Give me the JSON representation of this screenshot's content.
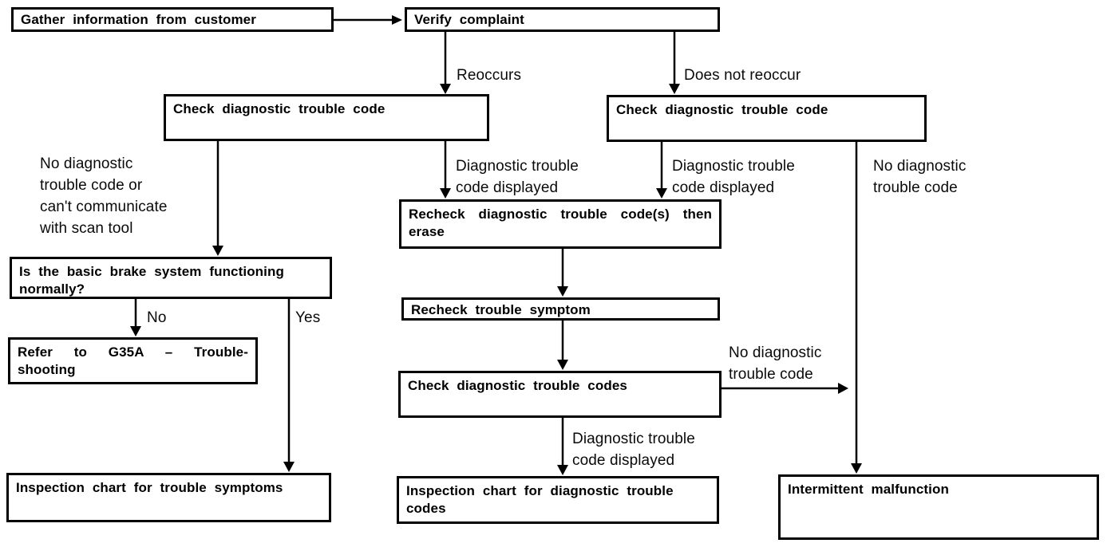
{
  "diagram": {
    "nodes": {
      "gather": {
        "label": "Gather information from customer"
      },
      "verify": {
        "label": "Verify complaint"
      },
      "check_dtc_left": {
        "label": "Check diagnostic trouble code"
      },
      "check_dtc_right": {
        "label": "Check diagnostic trouble code"
      },
      "basic_brake": {
        "label": "Is the basic brake system functioning normally?"
      },
      "refer_g35a": {
        "label": "Refer to G35A – Trouble-shooting"
      },
      "inspection_symptomsви": {
        "label": ""
      },
      "inspection_symptoms": {
        "label": "Inspection chart for trouble symptoms"
      },
      "recheck_erase": {
        "label": "Recheck diagnostic trouble code(s) then erase"
      },
      "recheck_symptom": {
        "label": "Recheck trouble symptom"
      },
      "check_dtc_codes": {
        "label": "Check diagnostic trouble codes"
      },
      "inspection_codes": {
        "label": "Inspection chart for diagnostic trouble codes"
      },
      "intermittent": {
        "label": "Intermittent malfunction"
      }
    },
    "edge_labels": {
      "reoccurs": "Reoccurs",
      "does_not_reoccur": "Does not reoccur",
      "no_dtc_or_no_comm": "No diagnostic\ntrouble code or\ncan't communicate\nwith scan tool",
      "dtc_displayed_left": "Diagnostic trouble\ncode displayed",
      "dtc_displayed_right": "Diagnostic trouble\ncode displayed",
      "dtc_displayed_bottom": "Diagnostic trouble\ncode displayed",
      "no_dtc_branch_right": "No diagnostic\ntrouble code",
      "no_dtc_after_check": "No diagnostic\ntrouble code",
      "no": "No",
      "yes": "Yes"
    },
    "colors": {
      "line": "#000000",
      "background": "#ffffff",
      "text": "#000000"
    }
  }
}
